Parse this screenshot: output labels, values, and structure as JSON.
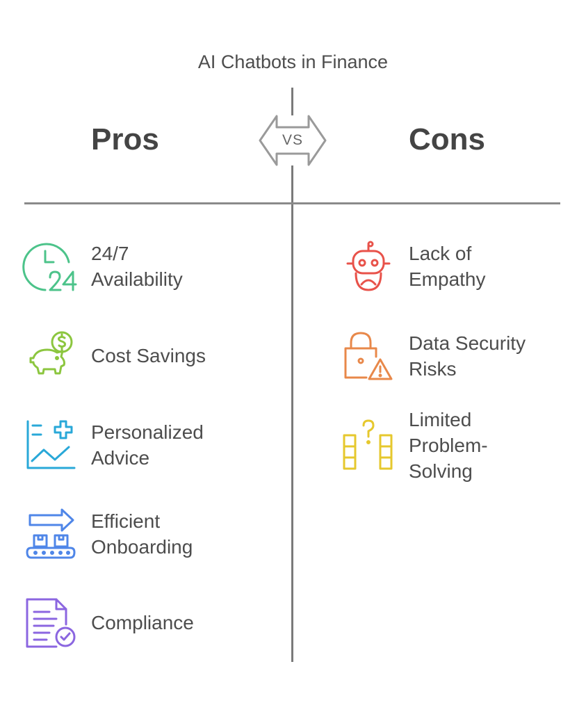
{
  "title": "AI Chatbots in Finance",
  "vs_label": "VS",
  "pros": {
    "heading": "Pros",
    "items": [
      {
        "lines": [
          "24/7",
          "Availability"
        ],
        "icon": "clock-24-icon",
        "color": "#4cc38a"
      },
      {
        "lines": [
          "Cost Savings"
        ],
        "icon": "piggy-bank-icon",
        "color": "#8cc63f"
      },
      {
        "lines": [
          "Personalized",
          "Advice"
        ],
        "icon": "health-chart-icon",
        "color": "#29a8d8"
      },
      {
        "lines": [
          "Efficient",
          "Onboarding"
        ],
        "icon": "conveyor-arrow-icon",
        "color": "#4f86e8"
      },
      {
        "lines": [
          "Compliance"
        ],
        "icon": "document-check-icon",
        "color": "#8b66e0"
      }
    ]
  },
  "cons": {
    "heading": "Cons",
    "items": [
      {
        "lines": [
          "Lack of",
          "Empathy"
        ],
        "icon": "sad-robot-icon",
        "color": "#e8524a"
      },
      {
        "lines": [
          "Data Security",
          "Risks"
        ],
        "icon": "lock-warning-icon",
        "color": "#e8884a"
      },
      {
        "lines": [
          "Limited",
          "Problem-",
          "Solving"
        ],
        "icon": "question-blocks-icon",
        "color": "#e6c82e"
      }
    ]
  }
}
